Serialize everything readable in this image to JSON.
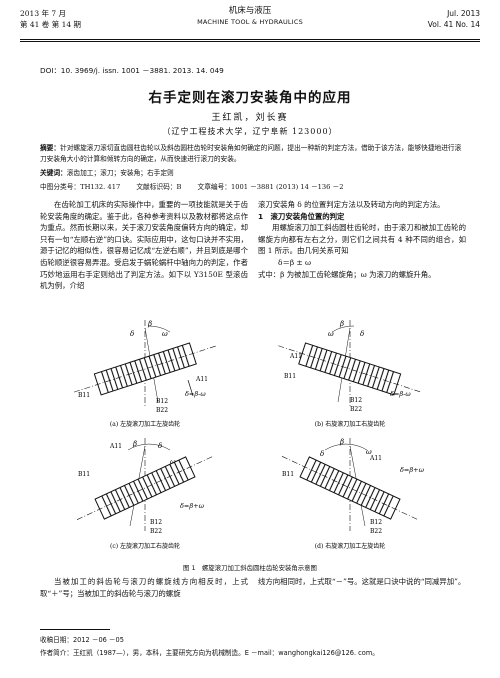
{
  "header": {
    "left_line1": "2013 年 7 月",
    "left_line2": "第 41 卷 第 14 期",
    "center_cn": "机床与液压",
    "center_en": "MACHINE TOOL & HYDRAULICS",
    "right_line1": "Jul. 2013",
    "right_line2": "Vol. 41 No. 14"
  },
  "doi": "DOI：10. 3969/j. issn. 1001 －3881. 2013. 14. 049",
  "title": "右手定则在滚刀安装角中的应用",
  "authors": "王红凯，刘长赛",
  "affiliation": "（辽宁工程技术大学，辽宁阜新 123000）",
  "abstract_label": "摘要：",
  "abstract_text": "针对螺旋滚刀滚切直齿圆柱齿轮以及斜齿圆柱齿轮时安装角如何确定的问题，提出一种新的判定方法，借助于该方法，能够快捷地进行滚刀安装角大小的计算和倾转方向的确定，从而快速进行滚刀的安装。",
  "keywords_label": "关键词：",
  "keywords": "滚齿加工；滚刀；安装角；右手定则",
  "class_number": "中图分类号：TH132. 417",
  "doc_code": "文献标识码：B",
  "article_id": "文章编号：1001 －3881 (2013) 14 －136 －2",
  "col1_para": "在齿轮加工机床的实际操作中，重要的一项技能就是关于齿轮安装角度的确定。鉴于此，各种参考资料以及教材都将这点作为重点。然而长期以来，关于滚刀安装角度偏转方向的确定，却只有一句“左顺右逆”的口诀。实际应用中，这句口诀并不实用，源于记忆的相似性，很容易记忆成“左逆右顺”，并且到底是哪个齿轮顺逆很容易弄混。受启发于蜗轮蜗杆中轴向力的判定，作者巧妙地运用右手定则给出了判定方法。如下以 Y3150E 型滚齿机为例，介绍",
  "col2_para": "滚刀安装角 δ 的位置判定方法以及转动方向的判定方法。",
  "section_heading": "1　滚刀安装角位置的判定",
  "col2_para2": "用螺旋滚刀加工斜齿圆柱齿轮时，由于滚刀和被加工齿轮的螺旋方向都有左右之分，则它们之间共有 4 种不同的组合，如图 1 所示。由几何关系可知",
  "equation": "δ＝β ± ω",
  "col2_para3": "式中：β 为被加工齿轮螺旋角；ω 为滚刀的螺旋升角。",
  "figure": {
    "caption": "图 1　螺旋滚刀加工斜齿圆柱齿轮安装角示意图",
    "sub_a": "(a) 左旋滚刀加工左旋齿轮",
    "sub_b": "(b) 右旋滚刀加工右旋齿轮",
    "sub_c": "(c) 左旋滚刀加工右旋齿轮",
    "sub_d": "(d) 右旋滚刀加工左旋齿轮",
    "eq_minus": "δ=β-ω",
    "eq_plus": "δ=β+ω",
    "label_beta": "β",
    "label_delta": "δ",
    "label_omega": "ω",
    "label_a11": "A11",
    "label_b11": "B11",
    "label_b12": "B12",
    "label_b22": "B22"
  },
  "bottom_col1": "当被加工的斜齿轮与滚刀的螺旋线方向相反时，上式取“＋”号；当被加工的斜齿轮与滚刀的螺旋",
  "bottom_col2": "线方向相同时，上式取“－”号。这就是口诀中说的“同减异加”。",
  "footer_received": "收稿日期：2012 －06 －05",
  "footer_author": "作者简介：王红凯（1987—），男，本科，主要研究方向为机械制造。E －mail：wanghongkai126@126. com。"
}
